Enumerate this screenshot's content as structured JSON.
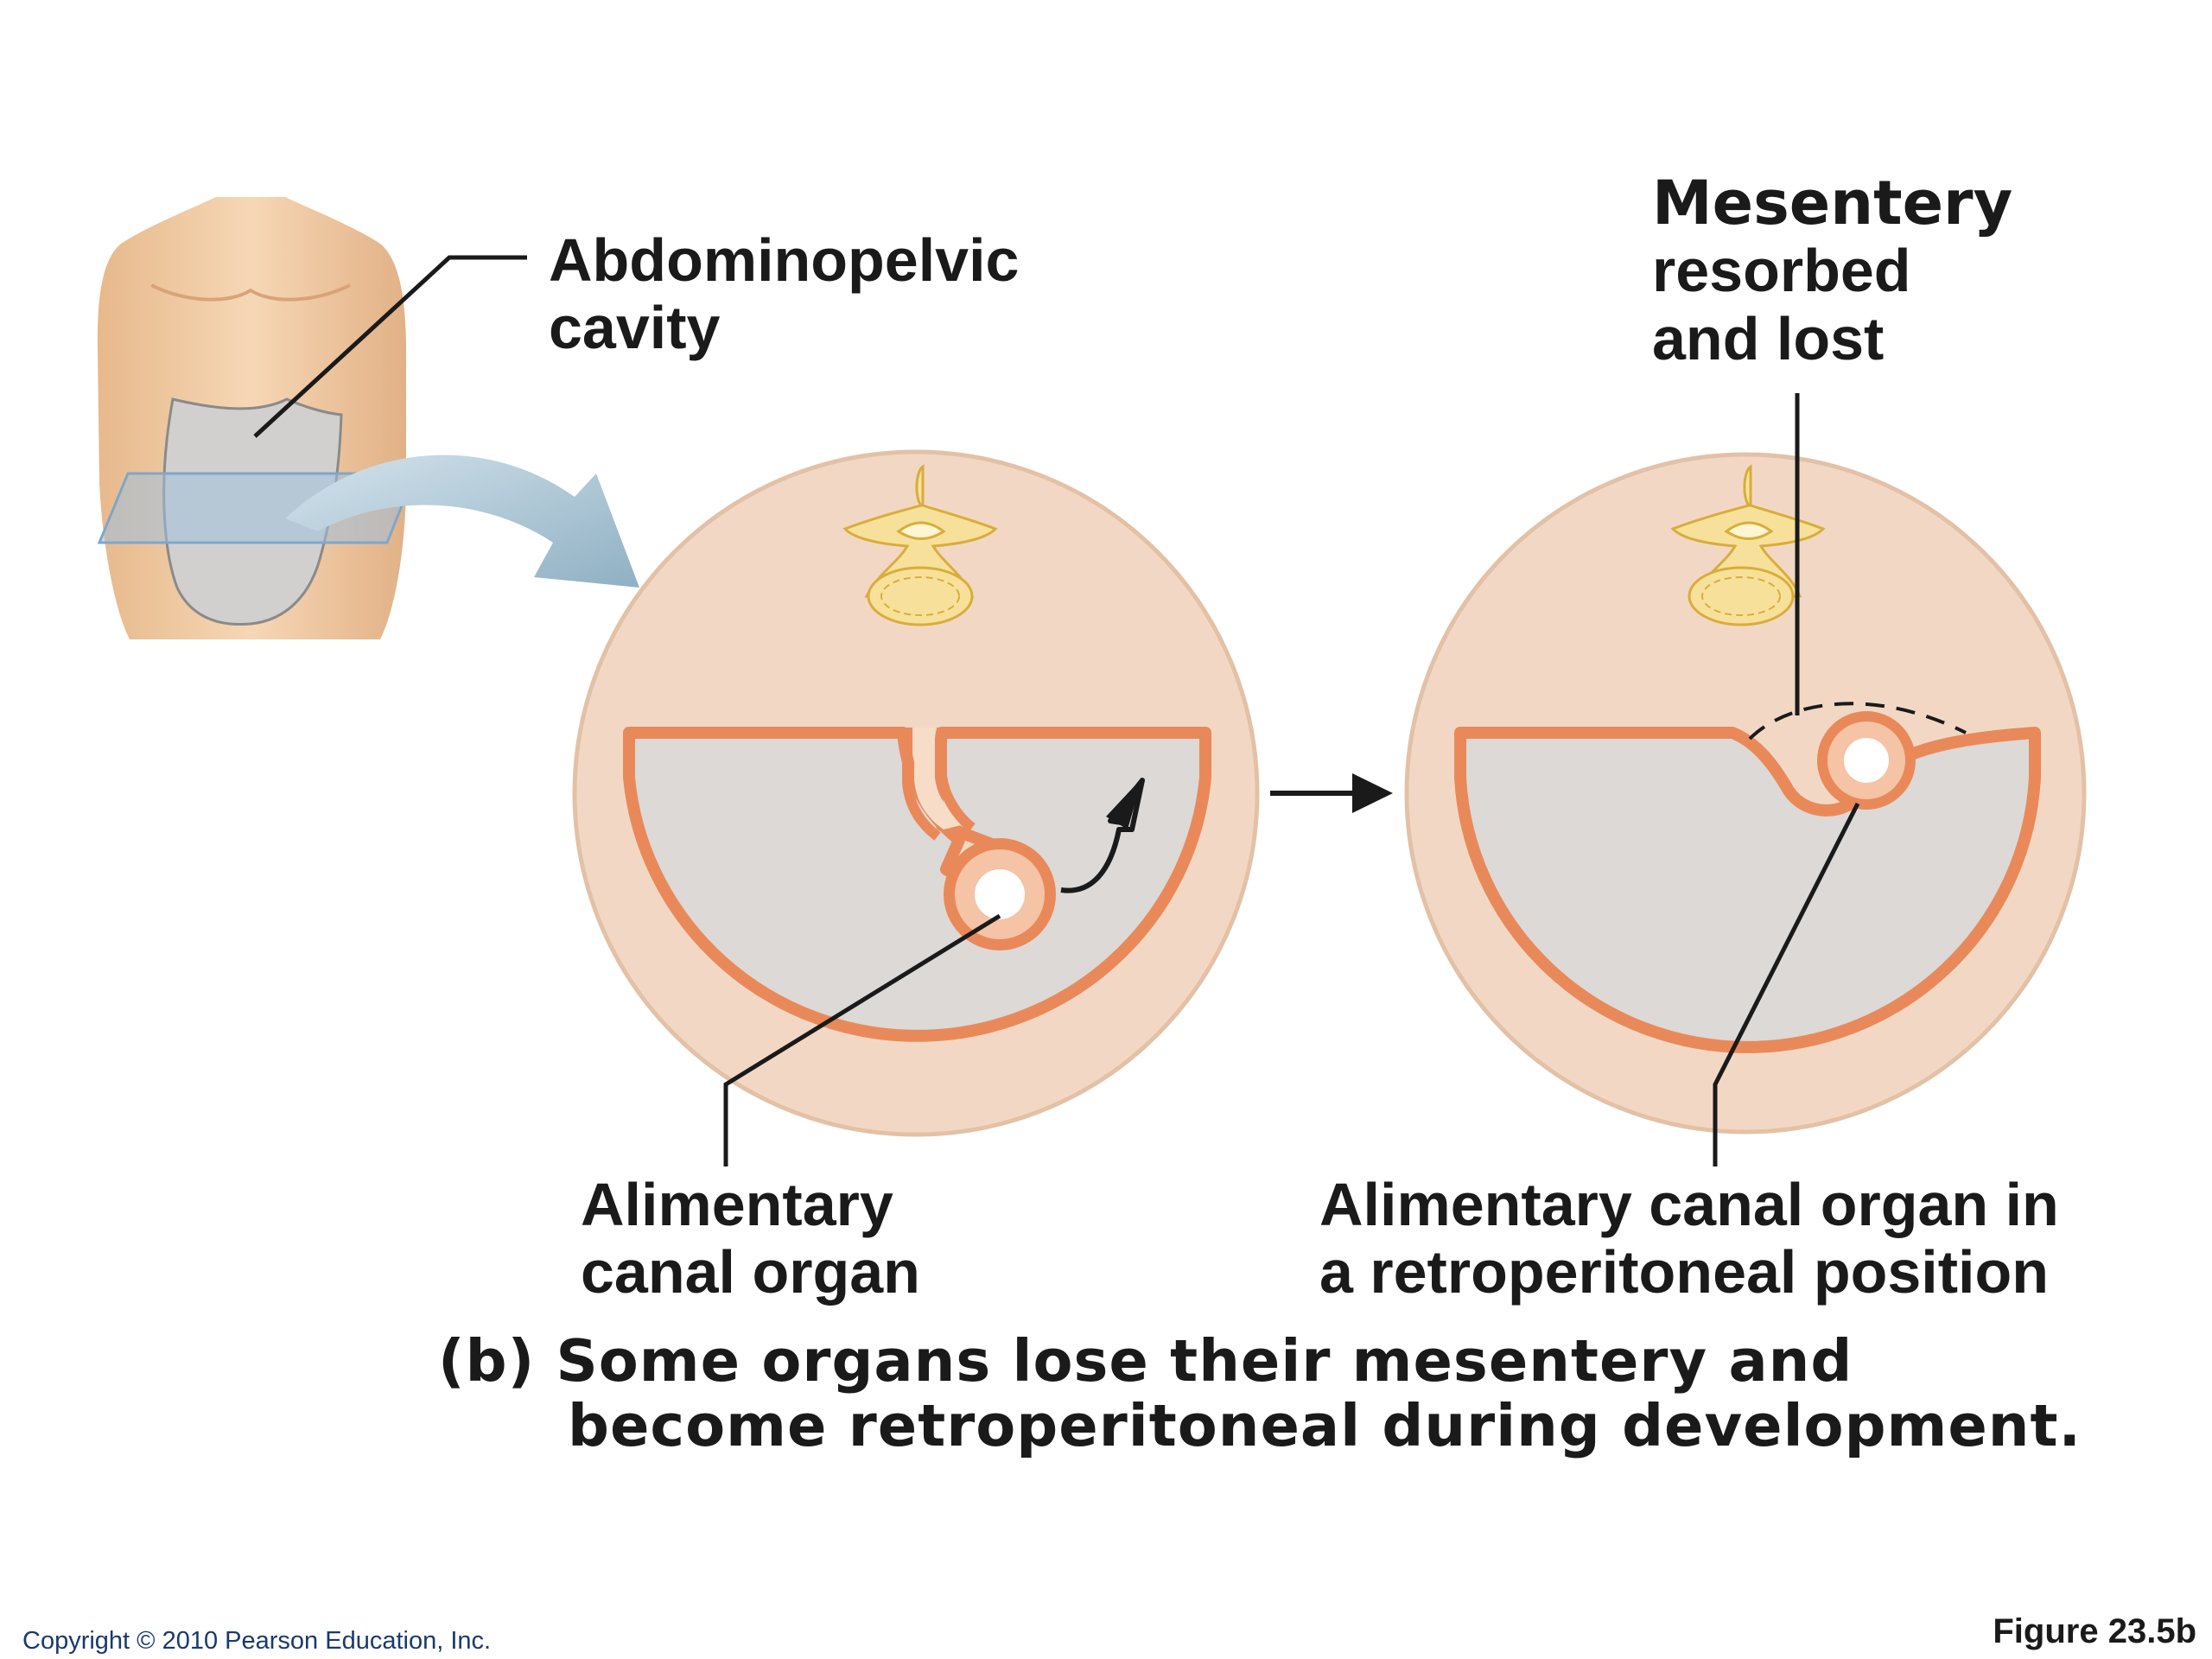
{
  "labels": {
    "abdominopelvic": [
      "Abdominopelvic",
      "cavity"
    ],
    "mesentery": [
      "Mesentery",
      "resorbed",
      "and lost"
    ],
    "alimentary_left": [
      "Alimentary",
      "canal organ"
    ],
    "alimentary_right": [
      "Alimentary canal organ in",
      "a retroperitoneal position"
    ]
  },
  "caption": {
    "line1": "(b) Some organs lose their mesentery and",
    "line2": "become retroperitoneal during development."
  },
  "footer": {
    "copyright": "Copyright © 2010 Pearson Education, Inc.",
    "figure_number": "Figure 23.5b"
  },
  "colors": {
    "section_fill": "#f2d8c4",
    "section_stroke": "#e3c1a6",
    "peritoneum": "#e9895a",
    "cavity": "#dcd9d6",
    "vertebra": "#f7e19a",
    "vertebra_outline": "#d8ad3c",
    "arrow_big": "#a9c3d2"
  }
}
